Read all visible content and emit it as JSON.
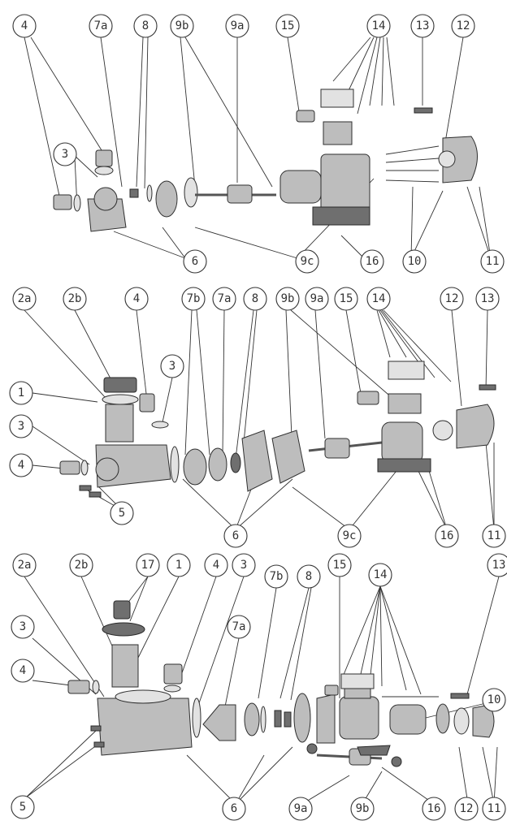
{
  "panels": [
    {
      "id": "panel-top",
      "callouts": [
        "4",
        "7a",
        "8",
        "9b",
        "9a",
        "15",
        "14",
        "13",
        "12",
        "3",
        "6",
        "9c",
        "16",
        "10",
        "11"
      ]
    },
    {
      "id": "panel-middle",
      "callouts": [
        "2a",
        "2b",
        "4",
        "3",
        "1",
        "3",
        "4",
        "5",
        "7b",
        "7a",
        "8",
        "9b",
        "9a",
        "15",
        "14",
        "12",
        "13",
        "6",
        "9c",
        "16",
        "11"
      ]
    },
    {
      "id": "panel-bottom",
      "callouts": [
        "2a",
        "2b",
        "17",
        "1",
        "4",
        "3",
        "7b",
        "8",
        "15",
        "14",
        "13",
        "7a",
        "3",
        "4",
        "10",
        "5",
        "6",
        "9a",
        "9b",
        "16",
        "12",
        "11"
      ]
    }
  ],
  "colors": {
    "line": "#333333",
    "part": "#bdbdbd",
    "part_dark": "#6f6f6f",
    "part_light": "#e2e2e2"
  }
}
